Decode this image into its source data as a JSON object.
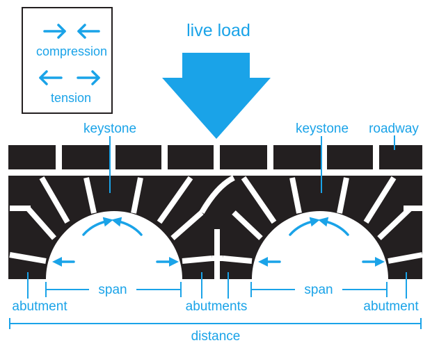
{
  "colors": {
    "accent": "#1aa3e8",
    "stone": "#231f20",
    "background": "#ffffff"
  },
  "legend": {
    "compression_label": "compression",
    "tension_label": "tension"
  },
  "load": {
    "label": "live load"
  },
  "labels": {
    "roadway": "roadway",
    "keystone_left": "keystone",
    "keystone_right": "keystone",
    "span_left": "span",
    "span_right": "span",
    "abutment_left": "abutment",
    "abutments_center": "abutments",
    "abutment_right": "abutment",
    "distance": "distance"
  },
  "icons": {
    "load_arrow": "down-arrow-icon",
    "compression": "arrows-pointing-inward-icon",
    "tension": "arrows-pointing-outward-icon"
  }
}
